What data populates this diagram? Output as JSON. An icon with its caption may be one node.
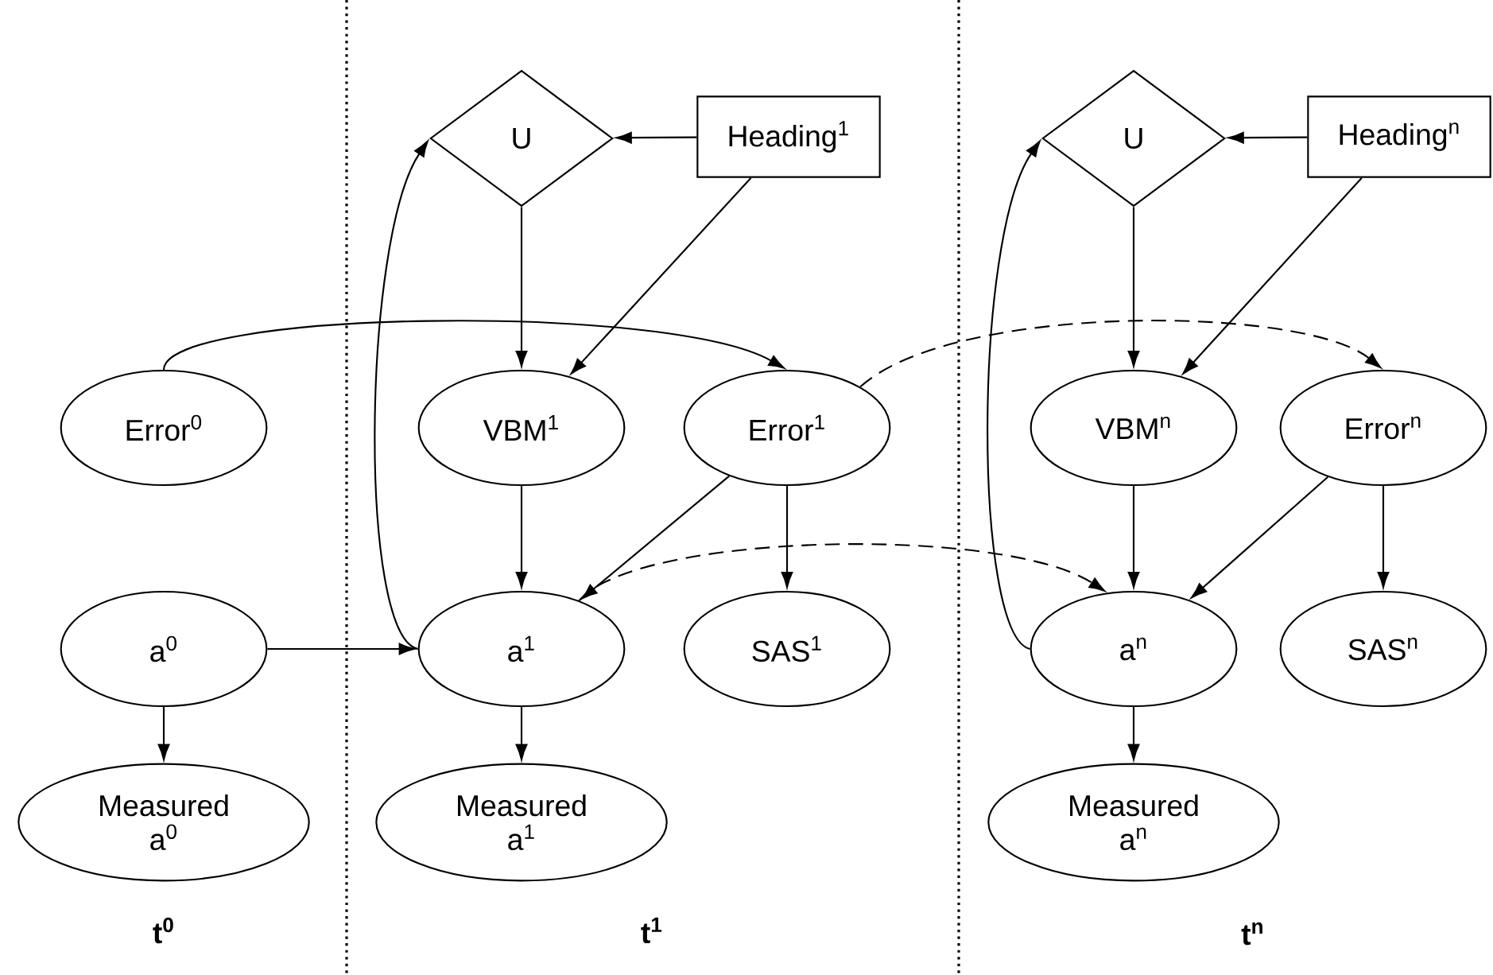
{
  "diagram": {
    "nodes": [
      {
        "text": [
          "U"
        ]
      },
      {
        "text": [
          "Heading$^{1}$"
        ]
      },
      {
        "text": [
          "U"
        ]
      },
      {
        "text": [
          "Heading$^{n}$"
        ]
      },
      {
        "text": [
          "Error$^{0}$"
        ]
      },
      {
        "text": [
          "VBM$^{1}$"
        ]
      },
      {
        "text": [
          "Error$^{1}$"
        ]
      },
      {
        "text": [
          "VBM$^{n}$"
        ]
      },
      {
        "text": [
          "Error$^{n}$"
        ]
      },
      {
        "text": [
          "a$^{0}$"
        ]
      },
      {
        "text": [
          "a$^{1}$"
        ]
      },
      {
        "text": [
          "SAS$^{1}$"
        ]
      },
      {
        "text": [
          "a$^{n}$"
        ]
      },
      {
        "text": [
          "SAS$^{n}$"
        ]
      },
      {
        "text": [
          "Measured a$^{0}$"
        ]
      },
      {
        "text": [
          "Measured a$^{1}$"
        ]
      },
      {
        "text": [
          "Measured a$^{n}$"
        ]
      }
    ],
    "edges": [
      {
        "from": 1,
        "to": 0,
        "arrow": "to"
      },
      {
        "from": 0,
        "to": 5,
        "arrow": "to"
      },
      {
        "from": 1,
        "to": 5,
        "arrow": "to"
      },
      {
        "from": 3,
        "to": 2,
        "arrow": "to"
      },
      {
        "from": 2,
        "to": 7,
        "arrow": "to"
      },
      {
        "from": 3,
        "to": 7,
        "arrow": "to"
      },
      {
        "from": 4,
        "to": 6,
        "arrow": "to"
      },
      {
        "from": 6,
        "to": 8,
        "arrow": "to",
        "style": "dashed"
      },
      {
        "from": 5,
        "to": 10,
        "arrow": "to"
      },
      {
        "from": 6,
        "to": 10,
        "arrow": "to"
      },
      {
        "from": 6,
        "to": 11,
        "arrow": "to"
      },
      {
        "from": 9,
        "to": 10,
        "arrow": "to"
      },
      {
        "from": 9,
        "to": 14,
        "arrow": "to"
      },
      {
        "from": 10,
        "to": 15,
        "arrow": "to"
      },
      {
        "from": 10,
        "to": 0,
        "arrow": "to"
      },
      {
        "from": 10,
        "to": 12,
        "arrow": "to",
        "style": "dashed"
      },
      {
        "from": 7,
        "to": 12,
        "arrow": "to"
      },
      {
        "from": 8,
        "to": 12,
        "arrow": "to"
      },
      {
        "from": 8,
        "to": 13,
        "arrow": "to"
      },
      {
        "from": 12,
        "to": 2,
        "arrow": "to"
      },
      {
        "from": 12,
        "to": 16,
        "arrow": "to"
      }
    ],
    "labels": [
      "t$^{0}$",
      "t$^{1}$",
      "t$^{n}$"
    ]
  }
}
